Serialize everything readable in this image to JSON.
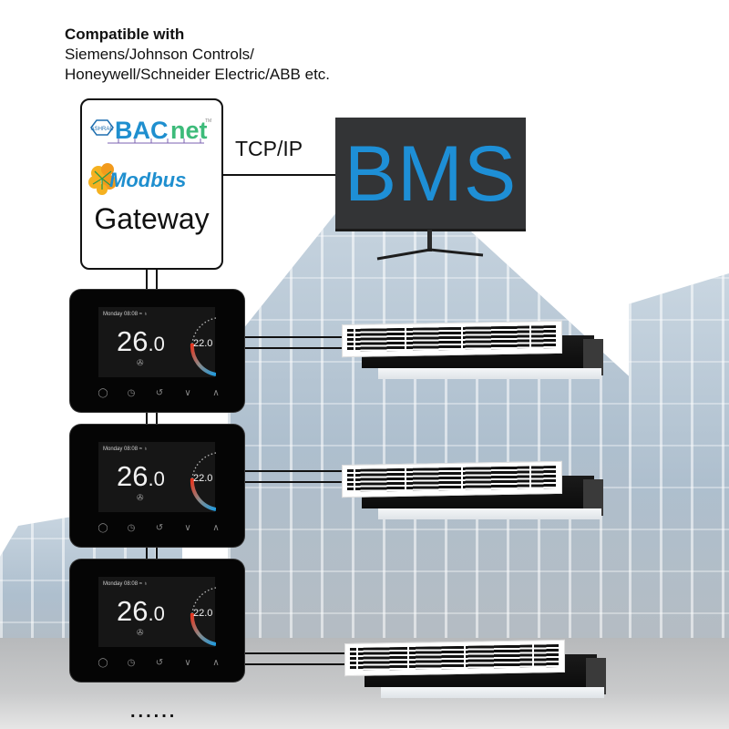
{
  "header": {
    "title": "Compatible with",
    "line1": "Siemens/Johnson Controls/",
    "line2": "Honeywell/Schneider Electric/ABB etc."
  },
  "gateway": {
    "protocols": [
      {
        "name": "BACnet",
        "badge": "ASHRAE",
        "tm": "TM",
        "color": "#1f8fcf"
      },
      {
        "name": "Modbus",
        "color": "#1f8fcf",
        "icon_color": "#f2a623"
      }
    ],
    "label": "Gateway"
  },
  "link": {
    "label": "TCP/IP"
  },
  "bms": {
    "label": "BMS",
    "text_color": "#1e8fd6",
    "screen_color": "#333436"
  },
  "thermostats": [
    {
      "day_time": "Monday 08:08",
      "current_temp": "26",
      "current_decimal": ".0",
      "set_temp": "22.0",
      "buttons": [
        "power",
        "clock",
        "back",
        "down",
        "up"
      ]
    },
    {
      "day_time": "Monday 08:08",
      "current_temp": "26",
      "current_decimal": ".0",
      "set_temp": "22.0",
      "buttons": [
        "power",
        "clock",
        "back",
        "down",
        "up"
      ]
    },
    {
      "day_time": "Monday 08:08",
      "current_temp": "26",
      "current_decimal": ".0",
      "set_temp": "22.0",
      "buttons": [
        "power",
        "clock",
        "back",
        "down",
        "up"
      ]
    }
  ],
  "ac_units": [
    {
      "type": "ducted fan coil unit"
    },
    {
      "type": "ducted fan coil unit"
    },
    {
      "type": "ducted fan coil unit"
    }
  ],
  "continuation": "......"
}
